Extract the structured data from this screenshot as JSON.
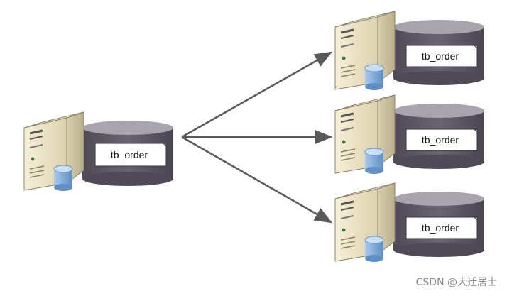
{
  "diagram": {
    "source": {
      "table_label": "tb_order"
    },
    "targets": [
      {
        "table_label": "tb_order"
      },
      {
        "table_label": "tb_order"
      },
      {
        "table_label": "tb_order"
      }
    ]
  },
  "watermark": "CSDN @大迁居士",
  "colors": {
    "server_front": "#ece3c6",
    "server_side": "#cfc5a3",
    "db_icon": "#7aa6d6",
    "cylinder_body": "#5e5963",
    "cylinder_top": "#a8a4ad",
    "arrow": "#595959"
  }
}
